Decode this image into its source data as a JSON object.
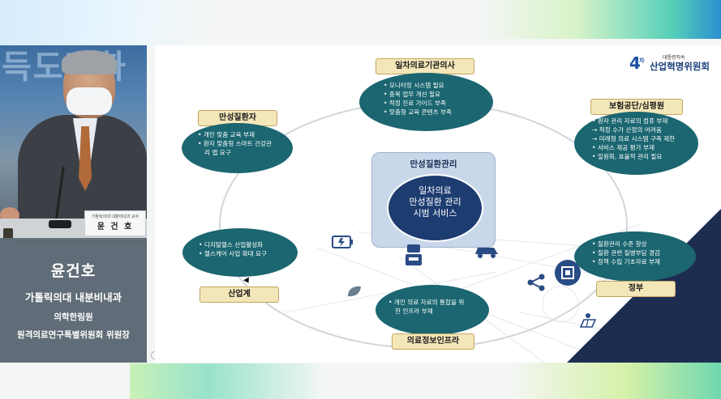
{
  "speaker": {
    "backdrop_text": "득도전화",
    "nameplate_subtitle": "가톨릭의대 내분비내과 교수",
    "nameplate_name": "윤 건 호",
    "caption_name": "윤건호",
    "caption_line1": "가톨릭의대 내분비내과",
    "caption_line2": "의학한림원",
    "caption_line3": "원격의료연구특별위원회 위원장"
  },
  "slide": {
    "logo": {
      "small": "대통령직속",
      "main": "산업혁명위원회",
      "mark": "4",
      "mark_suffix": "차"
    },
    "center": {
      "title": "만성질환관리",
      "line1": "일차의료",
      "line2": "만성질환 관리",
      "line3": "시범 서비스"
    },
    "nodes": {
      "primary_clinic": {
        "title": "일차의료기관의사",
        "items": [
          "모니터링 시스템 필요",
          "중복 업무 개선 필요",
          "적정 진료 가이드 부족",
          "맞춤형 교육 콘텐츠 부족"
        ]
      },
      "chronic_patient": {
        "title": "만성질환자",
        "items": [
          "개인 맞춤 교육 부재",
          "환자 맞춤형 스마트 건강관",
          "리 앱 요구"
        ]
      },
      "insurance": {
        "title": "보험공단/심평원",
        "items": [
          "환자 관리 자료의 컴퓨 부재",
          "→ 적정 수가 산정의 어려움",
          "→ 미래형 의료 시스템 구축 제한",
          "서비스 제공 평가 부재",
          "일원화, 효율적 관리 필요"
        ]
      },
      "industry": {
        "title": "산업계",
        "items": [
          "디지털헬스 산업활성화",
          "헬스케어 사업 확대 요구"
        ]
      },
      "government": {
        "title": "정부",
        "items": [
          "질환관리 수준 향상",
          "질환 관련 질병부담 경감",
          "정책 수립 기초자료 부재"
        ]
      },
      "infra": {
        "title": "의료정보인프라",
        "items": [
          "개인 의료 자료의 통합을 위",
          "한 인프라 부재"
        ]
      }
    }
  },
  "colors": {
    "node_teal": "#1b6670",
    "title_box": "#f3e6b9",
    "center_navy": "#1d3c70",
    "center_box": "#c9d7ea",
    "corner_navy": "#1d2d52"
  }
}
